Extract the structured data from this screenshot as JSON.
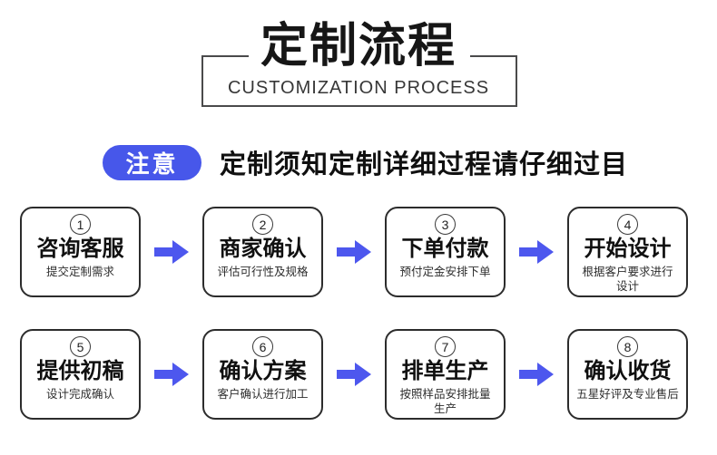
{
  "header": {
    "title": "定制流程",
    "subtitle": "CUSTOMIZATION PROCESS"
  },
  "notice": {
    "badge": "注意",
    "text": "定制须知定制详细过程请仔细过目"
  },
  "steps": [
    {
      "num": "1",
      "title": "咨询客服",
      "subtitle": "提交定制需求"
    },
    {
      "num": "2",
      "title": "商家确认",
      "subtitle": "评估可行性及规格"
    },
    {
      "num": "3",
      "title": "下单付款",
      "subtitle": "预付定金安排下单"
    },
    {
      "num": "4",
      "title": "开始设计",
      "subtitle": "根据客户要求进行\n设计"
    },
    {
      "num": "5",
      "title": "提供初稿",
      "subtitle": "设计完成确认"
    },
    {
      "num": "6",
      "title": "确认方案",
      "subtitle": "客户确认进行加工"
    },
    {
      "num": "7",
      "title": "排单生产",
      "subtitle": "按照样品安排批量\n生产"
    },
    {
      "num": "8",
      "title": "确认收货",
      "subtitle": "五星好评及专业售后"
    }
  ],
  "icons": {
    "arrow": "right-block-arrow"
  },
  "colors": {
    "accent": "#4757ea",
    "arrow": "#4d57ee",
    "line": "#4a4a4b"
  }
}
